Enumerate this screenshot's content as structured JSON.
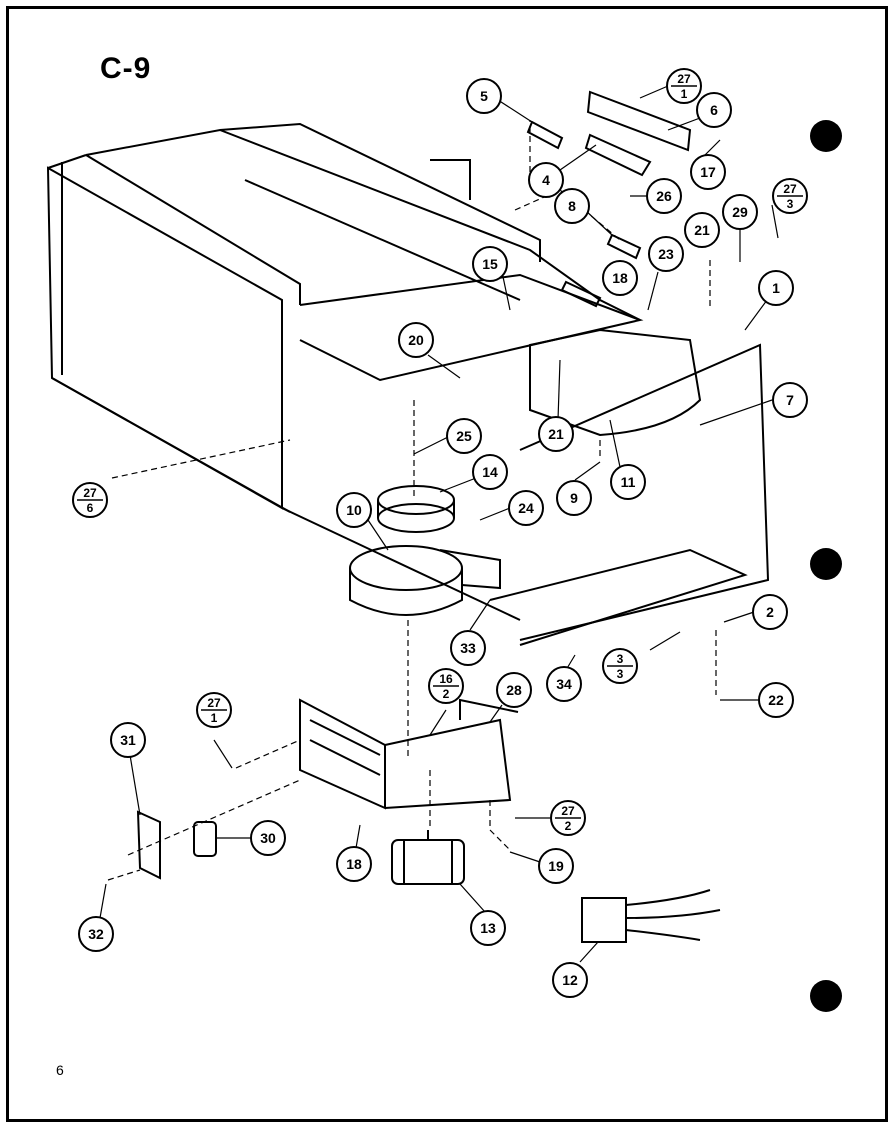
{
  "title": "C-9",
  "page_number": "6",
  "callouts": [
    {
      "id": "c5",
      "label": "5"
    },
    {
      "id": "c27-1-top",
      "num": "27",
      "den": "1"
    },
    {
      "id": "c6",
      "label": "6"
    },
    {
      "id": "c4",
      "label": "4"
    },
    {
      "id": "c17",
      "label": "17"
    },
    {
      "id": "c26",
      "label": "26"
    },
    {
      "id": "c27-3",
      "num": "27",
      "den": "3"
    },
    {
      "id": "c8",
      "label": "8"
    },
    {
      "id": "c29",
      "label": "29"
    },
    {
      "id": "c21-top",
      "label": "21"
    },
    {
      "id": "c23",
      "label": "23"
    },
    {
      "id": "c15",
      "label": "15"
    },
    {
      "id": "c18-top",
      "label": "18"
    },
    {
      "id": "c1",
      "label": "1"
    },
    {
      "id": "c20",
      "label": "20"
    },
    {
      "id": "c7",
      "label": "7"
    },
    {
      "id": "c25",
      "label": "25"
    },
    {
      "id": "c21-mid",
      "label": "21"
    },
    {
      "id": "c14",
      "label": "14"
    },
    {
      "id": "c9",
      "label": "9"
    },
    {
      "id": "c11",
      "label": "11"
    },
    {
      "id": "c27-6",
      "num": "27",
      "den": "6"
    },
    {
      "id": "c10",
      "label": "10"
    },
    {
      "id": "c24",
      "label": "24"
    },
    {
      "id": "c2",
      "label": "2"
    },
    {
      "id": "c33",
      "label": "33"
    },
    {
      "id": "c3-3",
      "num": "3",
      "den": "3"
    },
    {
      "id": "c34",
      "label": "34"
    },
    {
      "id": "c22",
      "label": "22"
    },
    {
      "id": "c16-2",
      "num": "16",
      "den": "2"
    },
    {
      "id": "c28",
      "label": "28"
    },
    {
      "id": "c27-1-low",
      "num": "27",
      "den": "1"
    },
    {
      "id": "c31",
      "label": "31"
    },
    {
      "id": "c27-2",
      "num": "27",
      "den": "2"
    },
    {
      "id": "c30",
      "label": "30"
    },
    {
      "id": "c18-low",
      "label": "18"
    },
    {
      "id": "c19",
      "label": "19"
    },
    {
      "id": "c32",
      "label": "32"
    },
    {
      "id": "c13",
      "label": "13"
    },
    {
      "id": "c12",
      "label": "12"
    }
  ]
}
